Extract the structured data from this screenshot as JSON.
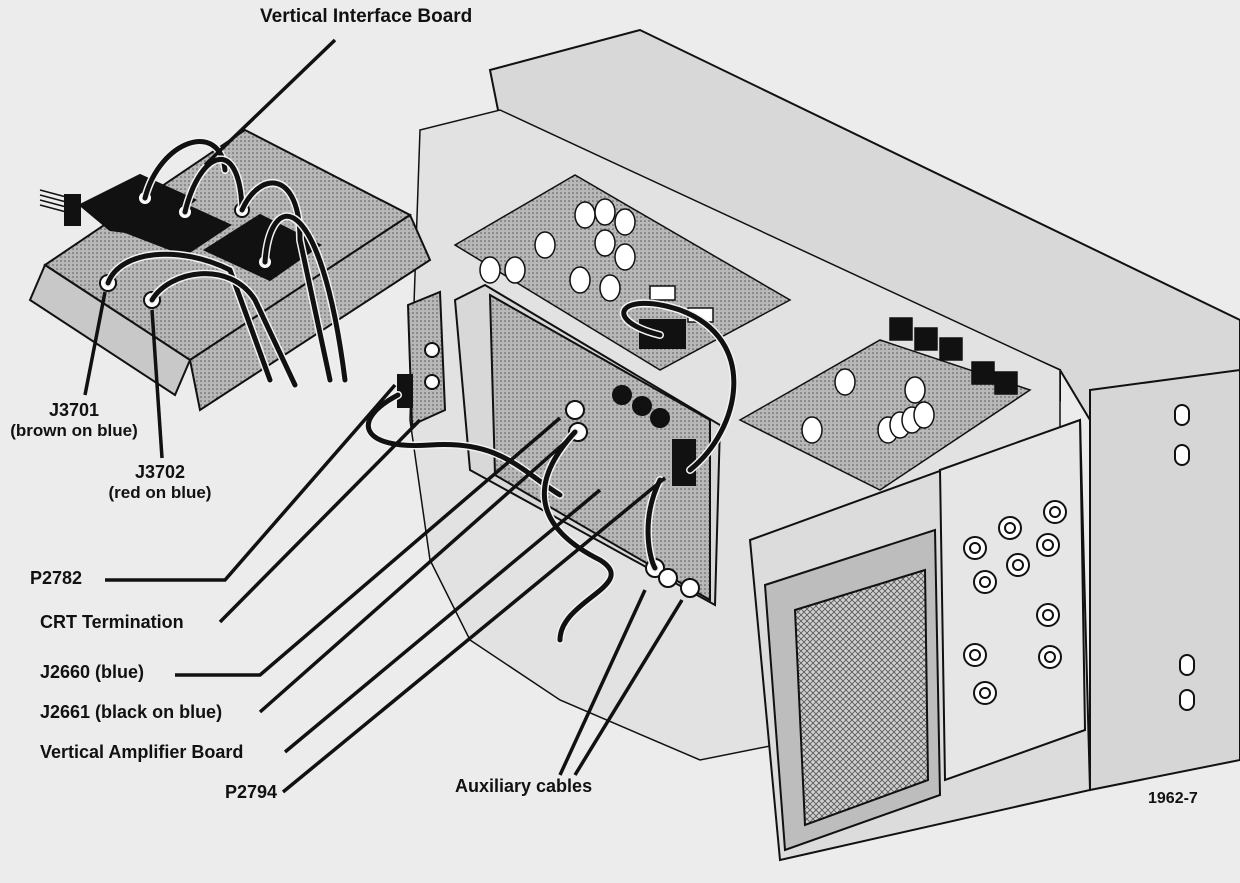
{
  "labels": {
    "vertical_interface_board": "Vertical Interface Board",
    "j3701_name": "J3701",
    "j3701_color": "(brown on blue)",
    "j3702_name": "J3702",
    "j3702_color": "(red on blue)",
    "p2782": "P2782",
    "crt_termination": "CRT Termination",
    "j2660": "J2660 (blue)",
    "j2661": "J2661 (black on blue)",
    "vertical_amplifier_board": "Vertical Amplifier Board",
    "p2794": "P2794",
    "auxiliary_cables": "Auxiliary cables",
    "figure_number": "1962-7"
  },
  "colors": {
    "background": "#ececec",
    "line": "#111111",
    "metal": "#d2d2d2",
    "board": "#a9a9a9",
    "dark_board": "#7f7f7f"
  }
}
